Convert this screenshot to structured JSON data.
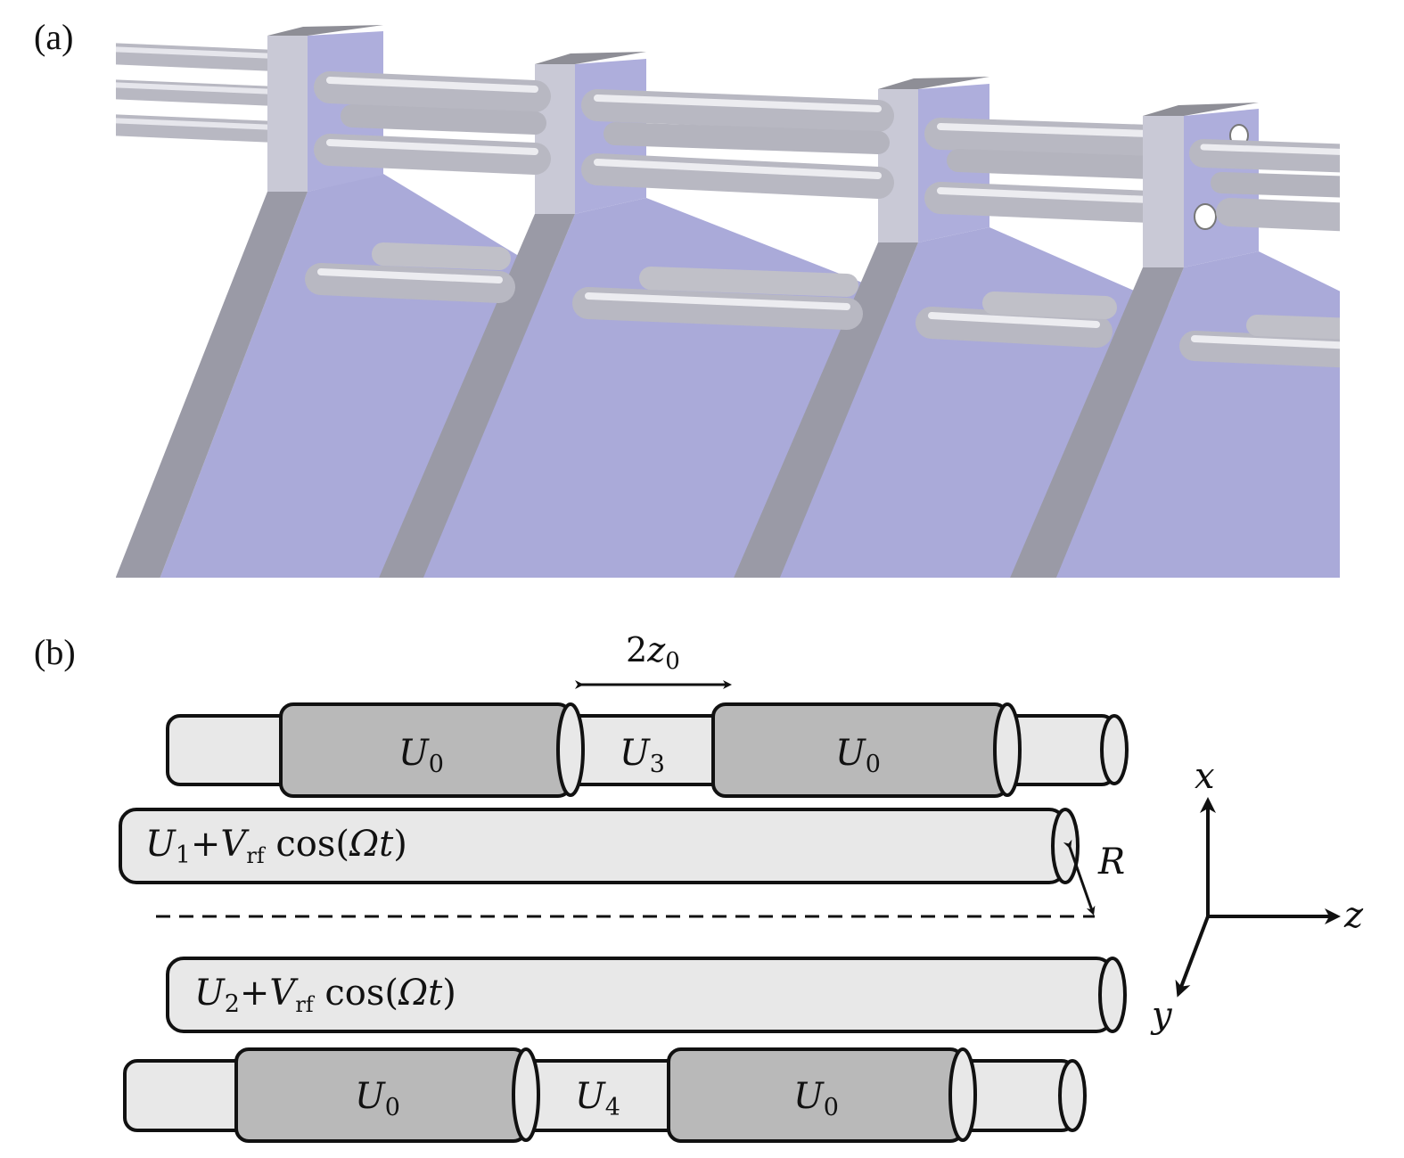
{
  "panels": {
    "a": {
      "label": "(a)"
    },
    "b": {
      "label": "(b)"
    }
  },
  "colors": {
    "plate": "#aaaad9",
    "plate_edge": "#9a9aa6",
    "block": "#c9c9d6",
    "rod": "#c4c4cc",
    "tube_light": "#e8e8e8",
    "tube_dark": "#b9b9b9"
  },
  "diagram": {
    "spacing": {
      "main": "2",
      "var": "z",
      "sub": "0"
    },
    "top_row": [
      {
        "main": "U",
        "sub": "0"
      },
      {
        "main": "U",
        "sub": "3"
      },
      {
        "main": "U",
        "sub": "0"
      }
    ],
    "rod1": {
      "u": "U",
      "u_sub": "1",
      "plus": "+",
      "v": "V",
      "v_sub": "rf",
      "cos": " cos(",
      "omega": "Ωt",
      "close": ")"
    },
    "rod2": {
      "u": "U",
      "u_sub": "2",
      "plus": "+",
      "v": "V",
      "v_sub": "rf",
      "cos": " cos(",
      "omega": "Ωt",
      "close": ")"
    },
    "bottom_row": [
      {
        "main": "U",
        "sub": "0"
      },
      {
        "main": "U",
        "sub": "4"
      },
      {
        "main": "U",
        "sub": "0"
      }
    ],
    "radius": "R",
    "axes": {
      "x": "x",
      "y": "y",
      "z": "z"
    }
  }
}
